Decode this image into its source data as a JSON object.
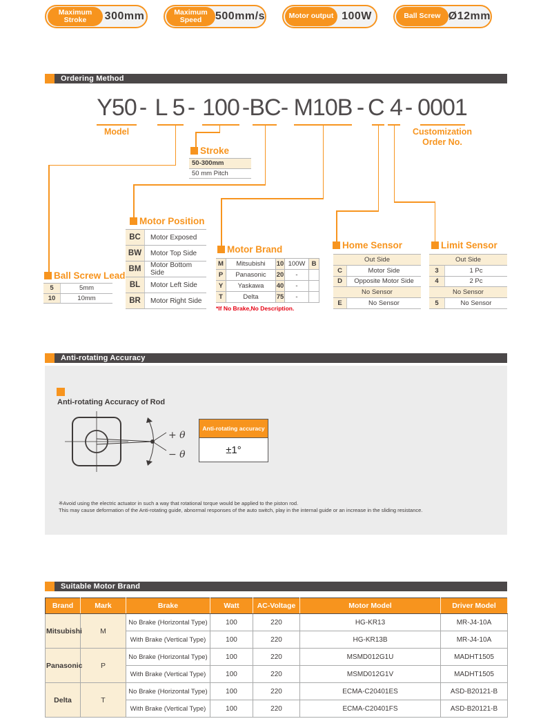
{
  "badges": [
    {
      "label_lines": [
        "Maximum",
        "Stroke"
      ],
      "value": "300mm"
    },
    {
      "label_lines": [
        "Maximum",
        "Speed"
      ],
      "value": "500mm/s"
    },
    {
      "label_lines": [
        "Motor output"
      ],
      "value": "100W"
    },
    {
      "label_lines": [
        "Ball Screw"
      ],
      "value": "Ø12mm"
    }
  ],
  "section_bars": {
    "ordering": "Ordering Method",
    "anti_rotating": "Anti-rotating Accuracy",
    "suitable": "Suitable Motor Brand"
  },
  "ordering": {
    "code_parts": [
      "Y50",
      "L 5",
      "100",
      "BC",
      "M10B",
      "C 4",
      "0001"
    ],
    "separator": "-",
    "model_label": "Model",
    "customization_line1": "Customization",
    "customization_line2": "Order No.",
    "stroke": {
      "title": "Stroke",
      "range": "50-300mm",
      "pitch": "50 mm Pitch"
    },
    "motor_position": {
      "title": "Motor Position",
      "rows": [
        [
          "BC",
          "Motor Exposed"
        ],
        [
          "BW",
          "Motor Top Side"
        ],
        [
          "BM",
          "Motor Bottom Side"
        ],
        [
          "BL",
          "Motor Left Side"
        ],
        [
          "BR",
          "Motor Right Side"
        ]
      ]
    },
    "ball_screw_lead": {
      "title": "Ball Screw Lead",
      "rows": [
        [
          "5",
          "5mm"
        ],
        [
          "10",
          "10mm"
        ]
      ]
    },
    "motor_brand": {
      "title": "Motor Brand",
      "rows": [
        [
          "M",
          "Mitsubishi",
          "10",
          "100W",
          "B"
        ],
        [
          "P",
          "Panasonic",
          "20",
          "-",
          ""
        ],
        [
          "Y",
          "Yaskawa",
          "40",
          "-",
          ""
        ],
        [
          "T",
          "Delta",
          "75",
          "-",
          ""
        ]
      ],
      "note": "*If No Brake,No Description."
    },
    "home_sensor": {
      "title": "Home Sensor",
      "rows": [
        {
          "span": "Out Side"
        },
        {
          "code": "C",
          "label": "Motor Side"
        },
        {
          "code": "D",
          "label": "Opposite Motor Side"
        },
        {
          "span": "No Sensor"
        },
        {
          "code": "E",
          "label": "No Sensor"
        }
      ]
    },
    "limit_sensor": {
      "title": "Limit Sensor",
      "rows": [
        {
          "span": "Out Side"
        },
        {
          "code": "3",
          "label": "1 Pc"
        },
        {
          "code": "4",
          "label": "2 Pc"
        },
        {
          "span": "No Sensor"
        },
        {
          "code": "5",
          "label": "No Sensor"
        }
      ]
    }
  },
  "anti_rotating": {
    "subtitle": "Anti-rotating Accuracy of Rod",
    "plus_theta": "+ θ",
    "minus_theta": "− θ",
    "table": {
      "header": "Anti-rotating accuracy",
      "value": "±1°"
    },
    "notes": [
      "※Avoid using the electric actuator in such a way that rotational torque would be applied to the piston rod.",
      "This may cause deformation of the Anti-rotating guide, abnormal responses of the auto switch, play in the internal guide or an increase in the sliding resistance."
    ]
  },
  "suitable_table": {
    "headers": [
      "Brand",
      "Mark",
      "Brake",
      "Watt",
      "AC-Voltage",
      "Motor Model",
      "Driver Model"
    ],
    "groups": [
      {
        "brand": "Mitsubishi",
        "mark": "M",
        "rows": [
          [
            "No Brake (Horizontal Type)",
            "100",
            "220",
            "HG-KR13",
            "MR-J4-10A"
          ],
          [
            "With Brake (Vertical Type)",
            "100",
            "220",
            "HG-KR13B",
            "MR-J4-10A"
          ]
        ]
      },
      {
        "brand": "Panasonic",
        "mark": "P",
        "rows": [
          [
            "No Brake (Horizontal Type)",
            "100",
            "220",
            "MSMD012G1U",
            "MADHT1505"
          ],
          [
            "With Brake (Vertical Type)",
            "100",
            "220",
            "MSMD012G1V",
            "MADHT1505"
          ]
        ]
      },
      {
        "brand": "Delta",
        "mark": "T",
        "rows": [
          [
            "No Brake (Horizontal Type)",
            "100",
            "220",
            "ECMA-C20401ES",
            "ASD-B20121-B"
          ],
          [
            "With Brake (Vertical Type)",
            "100",
            "220",
            "ECMA-C20401FS",
            "ASD-B20121-B"
          ]
        ]
      }
    ]
  },
  "colors": {
    "orange": "#F7941E",
    "dark_bar": "#4B4748",
    "cream": "#FAEED5",
    "panel_gray": "#ECECEC",
    "text_dark": "#3E3A39",
    "note_red": "#E60012",
    "code_text": "#4F4B4C"
  }
}
